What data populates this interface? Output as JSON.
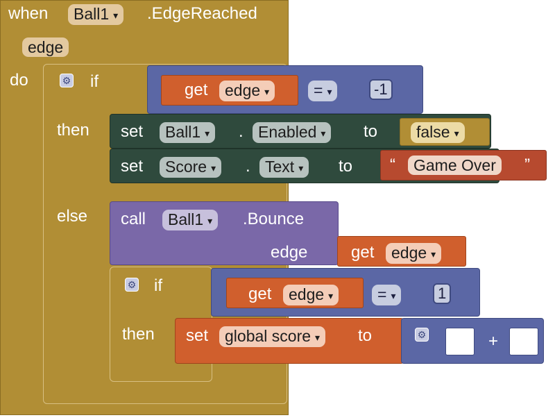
{
  "event": {
    "when_label": "when",
    "component": "Ball1",
    "event_name": ".EdgeReached",
    "param": "edge",
    "do_label": "do"
  },
  "outer_if": {
    "if_label": "if",
    "then_label": "then",
    "else_label": "else",
    "condition": {
      "get_label": "get",
      "var": "edge",
      "op": "=",
      "value": "-1"
    }
  },
  "then_branch": {
    "set1": {
      "set_label": "set",
      "component": "Ball1",
      "dot": ".",
      "property": "Enabled",
      "to_label": "to",
      "value": "false"
    },
    "set2": {
      "set_label": "set",
      "component": "Score",
      "dot": ".",
      "property": "Text",
      "to_label": "to",
      "value": "Game Over",
      "quote_open": "“",
      "quote_close": "”"
    }
  },
  "else_branch": {
    "call": {
      "call_label": "call",
      "component": "Ball1",
      "method": ".Bounce",
      "arg_name": "edge",
      "get_label": "get",
      "var": "edge"
    },
    "inner_if": {
      "if_label": "if",
      "then_label": "then",
      "condition": {
        "get_label": "get",
        "var": "edge",
        "op": "=",
        "value": "1"
      },
      "set_global": {
        "set_label": "set",
        "var": "global score",
        "to_label": "to",
        "plus": "+"
      }
    }
  },
  "colors": {
    "event": "#b18e35",
    "logic": "#5b67a5",
    "component_set": "#2f4a3d",
    "variable": "#d05f2d",
    "procedure": "#7a68a8",
    "text": "#b74a2f"
  },
  "icons": [
    "gear-icon",
    "dropdown-arrow-icon"
  ]
}
